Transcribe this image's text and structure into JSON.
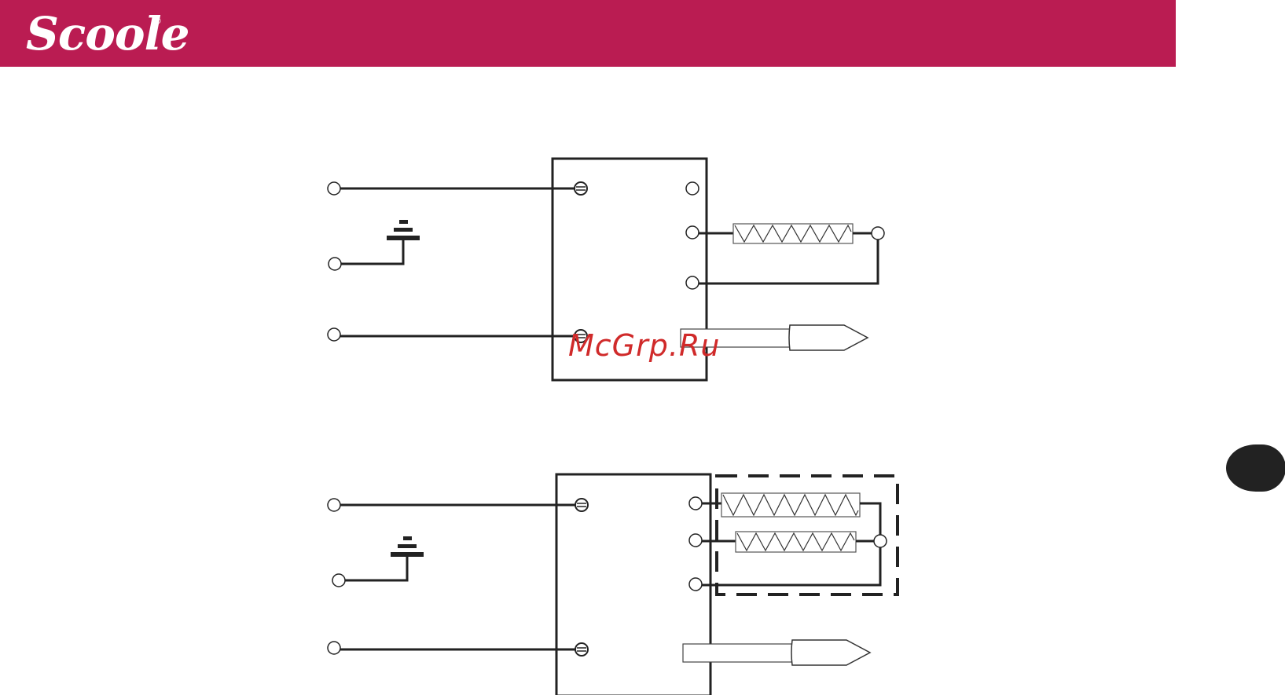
{
  "brand": {
    "logo_text": "Scoole",
    "registered_mark": "®",
    "header_color": "#ba1c52"
  },
  "watermark": {
    "text": "McGrp.Ru",
    "color": "#d02a2a"
  },
  "page_tab": {
    "icon": "page-tab-icon",
    "color": "#222222"
  },
  "diagrams": [
    {
      "id": "wiring-single-heater",
      "heater_elements": 1,
      "dashed_enclosure": false
    },
    {
      "id": "wiring-dual-heater",
      "heater_elements": 2,
      "dashed_enclosure": true
    }
  ]
}
